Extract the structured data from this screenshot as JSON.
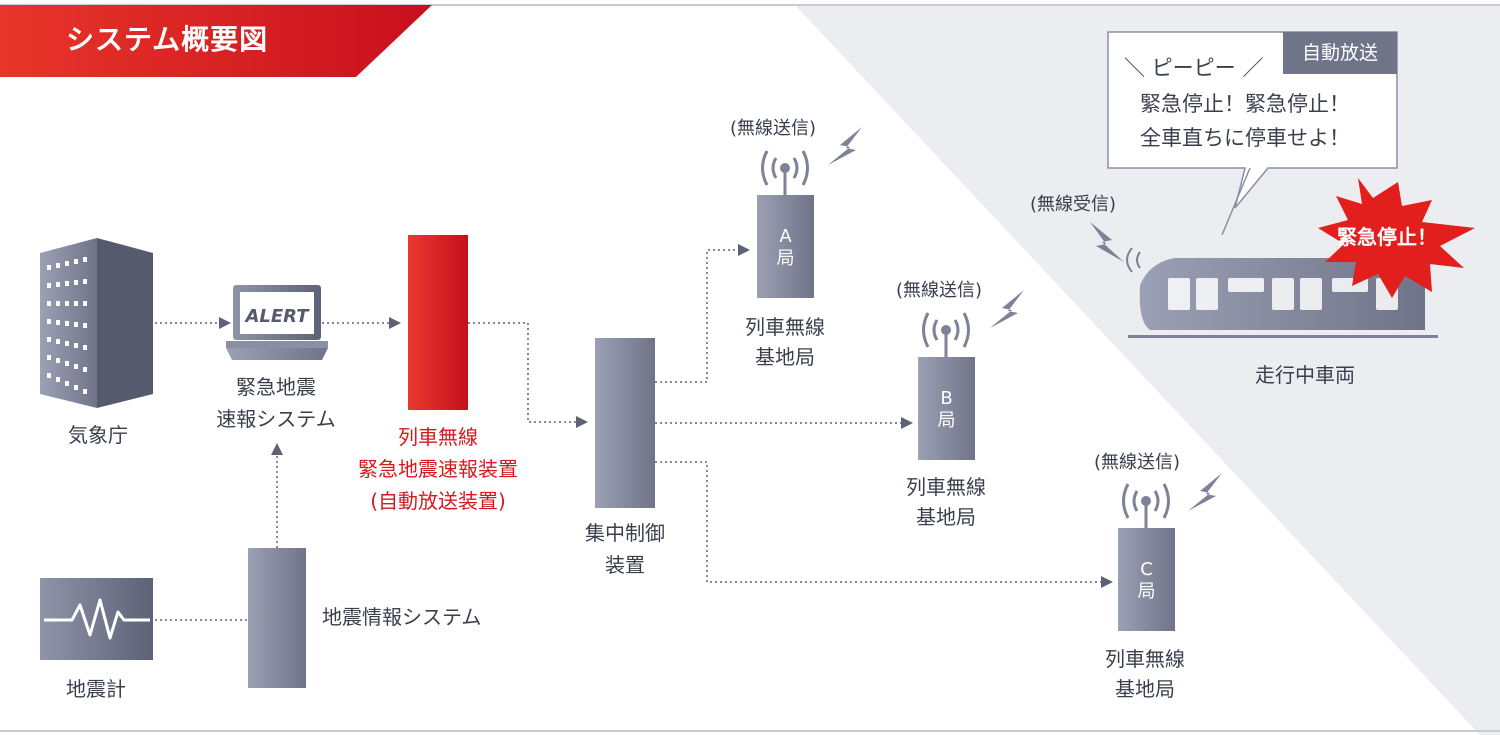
{
  "title": "システム概要図",
  "nodes": {
    "jma": "気象庁",
    "alert_screen": "ALERT",
    "eew_system": [
      "緊急地震",
      "速報システム"
    ],
    "train_radio_eew": [
      "列車無線",
      "緊急地震速報装置",
      "(自動放送装置)"
    ],
    "central_control": [
      "集中制御",
      "装置"
    ],
    "seismometer": "地震計",
    "quake_info_system": "地震情報システム",
    "station_a": {
      "tower": [
        "A",
        "局"
      ],
      "caption": [
        "列車無線",
        "基地局"
      ],
      "radio": "(無線送信)"
    },
    "station_b": {
      "tower": [
        "B",
        "局"
      ],
      "caption": [
        "列車無線",
        "基地局"
      ],
      "radio": "(無線送信)"
    },
    "station_c": {
      "tower": [
        "C",
        "局"
      ],
      "caption": [
        "列車無線",
        "基地局"
      ],
      "radio": "(無線送信)"
    },
    "train": {
      "radio": "(無線受信)",
      "caption": "走行中車両"
    }
  },
  "bubble": {
    "tag": "自動放送",
    "line1": "＼ ピーピー ／",
    "line2": "緊急停止！緊急停止！",
    "line3": "全車直ちに停車せよ！"
  },
  "burst": "緊急停止！",
  "colors": {
    "accent_red": "#d41a1f",
    "slate": "#7d8296",
    "panel_gray": "#ebedf1"
  }
}
